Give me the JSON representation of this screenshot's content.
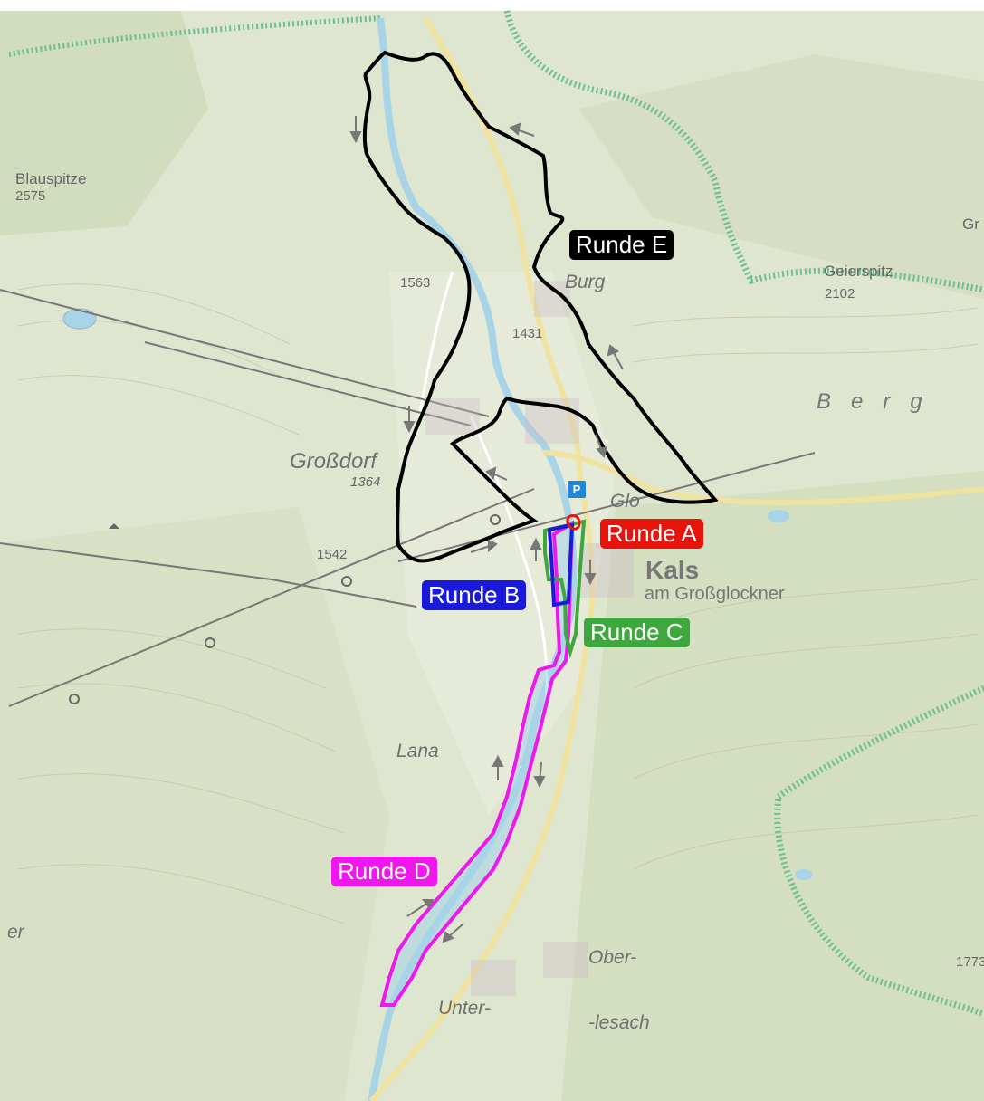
{
  "map": {
    "colors": {
      "background": "#dfe6d0",
      "river": "#a9d4e8",
      "road": "#f0e3a0",
      "park_boundary": "#6cbf8f",
      "route_a": "#e8140c",
      "route_b": "#1a1adc",
      "route_c": "#3ea83e",
      "route_d": "#ee18ee",
      "route_e": "#000000",
      "parking": "#1e88d8"
    },
    "place_labels": {
      "blauspitze": "Blauspitze",
      "blauspitze_elev": "2575",
      "geierspitz": "Geierspitz",
      "geierspitz_elev": "2102",
      "grossdorf": "Großdorf",
      "grossdorf_elev": "1364",
      "burg": "Burg",
      "elev_1563": "1563",
      "elev_1431": "1431",
      "elev_1542": "1542",
      "elev_1773": "1773",
      "gr_partial": "Gr",
      "glo_partial": "Glo",
      "er_partial": "er",
      "kals": "Kals",
      "kals_sub": "am Großglockner",
      "berg": "Berg",
      "lana": "Lana",
      "ober": "Ober-",
      "unter": "Unter-",
      "lesach": "-lesach"
    },
    "parking_label": "P",
    "routes": [
      {
        "key": "a",
        "label": "Runde A",
        "color": "#e8140c"
      },
      {
        "key": "b",
        "label": "Runde B",
        "color": "#1a1adc"
      },
      {
        "key": "c",
        "label": "Runde C",
        "color": "#3ea83e"
      },
      {
        "key": "d",
        "label": "Runde D",
        "color": "#ee18ee"
      },
      {
        "key": "e",
        "label": "Runde E",
        "color": "#000000"
      }
    ]
  }
}
